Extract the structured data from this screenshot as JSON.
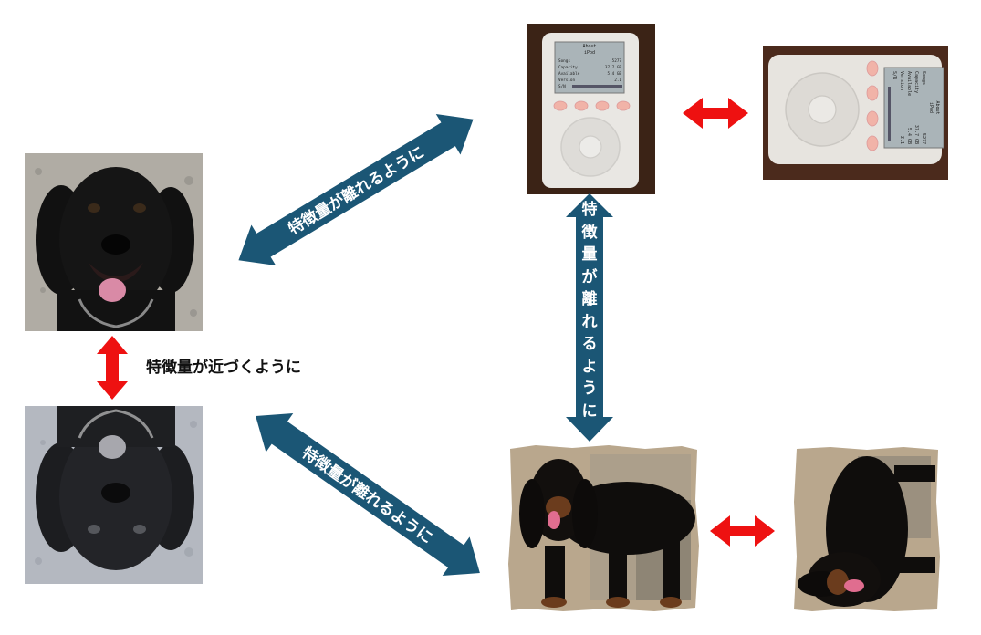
{
  "labels": {
    "near": "特徴量が近づくように",
    "far_upper_left": "特徴量が離れるように",
    "far_lower_left": "特徴量が離れるように",
    "far_vertical": "特徴量が離れるように"
  },
  "ipod_screen": {
    "header": "About",
    "model": "iPod",
    "rows": [
      {
        "k": "Songs",
        "v": "5277"
      },
      {
        "k": "Capacity",
        "v": "37.7 GB"
      },
      {
        "k": "Available",
        "v": "5.4 GB"
      },
      {
        "k": "Version",
        "v": "2.1"
      },
      {
        "k": "S/N",
        "v": ""
      }
    ]
  },
  "colors": {
    "blue_arrow": "#1b5675",
    "red_arrow": "#ee1111"
  }
}
